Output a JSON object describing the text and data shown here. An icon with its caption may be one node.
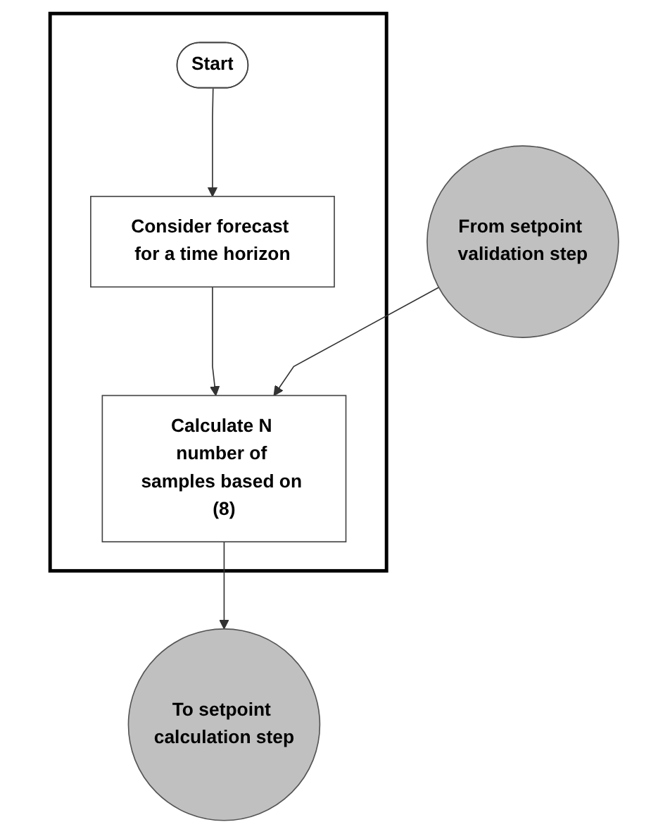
{
  "diagram": {
    "nodes": [
      {
        "text": [],
        "shape": "box"
      },
      {
        "text": [
          "Start"
        ],
        "in": 0
      },
      {
        "text": [
          "Consider forecast for a time horizon"
        ],
        "in": 0
      },
      {
        "text": [
          "Calculate N number of samples based on (8)"
        ],
        "in": 0
      },
      {
        "text": [
          "From setpoint validation step"
        ]
      },
      {
        "text": [
          "To setpoint calculation step"
        ]
      }
    ],
    "edges": [
      {
        "from": 1,
        "to": 2,
        "arrow": "to"
      },
      {
        "from": 2,
        "to": 3,
        "arrow": "to"
      },
      {
        "from": 4,
        "to": 3,
        "arrow": "to"
      },
      {
        "from": 3,
        "to": 5,
        "arrow": "to"
      }
    ]
  }
}
